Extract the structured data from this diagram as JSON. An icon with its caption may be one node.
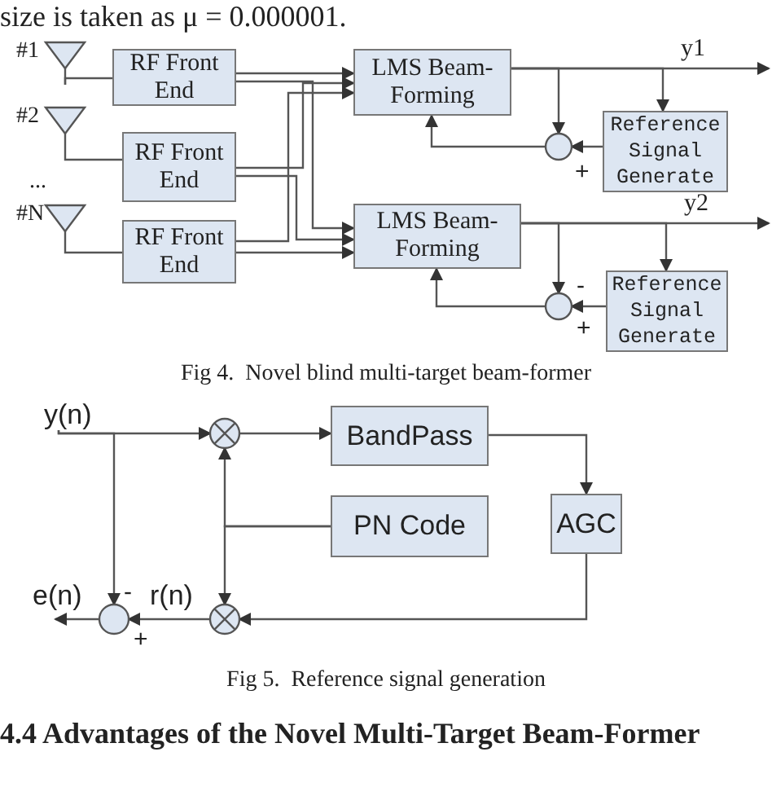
{
  "diagram": {
    "nodes": [
      {
        "text": [],
        "shape": "triangle",
        "beside": [
          "#1"
        ]
      },
      {
        "text": [],
        "shape": "triangle",
        "beside": [
          "#2"
        ]
      },
      {
        "text": [],
        "shape": "triangle",
        "beside": [
          "#N"
        ]
      },
      {
        "text": [
          "RF Front End"
        ]
      },
      {
        "text": [
          "RF Front End"
        ]
      },
      {
        "text": [
          "RF Front End"
        ]
      },
      {
        "text": [
          "LMS Beam-Forming"
        ]
      },
      {
        "text": [
          "LMS Beam-Forming"
        ]
      },
      {
        "text": [],
        "shape": "circle",
        "beside": [
          "+"
        ]
      },
      {
        "text": [
          "Reference Signal Generate"
        ]
      },
      {
        "text": [],
        "shape": "circle",
        "beside": [
          "-",
          "+"
        ]
      },
      {
        "text": [
          "Reference Signal Generate"
        ]
      },
      {
        "text": [
          "y(n)"
        ]
      },
      {
        "text": [],
        "shape": "circle"
      },
      {
        "text": [
          "BandPass"
        ]
      },
      {
        "text": [
          "PN Code"
        ]
      },
      {
        "text": [
          "AGC"
        ]
      },
      {
        "text": [],
        "shape": "circle"
      },
      {
        "text": [],
        "shape": "circle",
        "beside": [
          "-",
          "+"
        ]
      }
    ],
    "edges": [
      {
        "from": 0,
        "to": 3,
        "arrow": "none"
      },
      {
        "from": 1,
        "to": 4,
        "arrow": "none"
      },
      {
        "from": 2,
        "to": 5,
        "arrow": "none"
      },
      {
        "from": 3,
        "to": 6,
        "arrow": "to"
      },
      {
        "from": 3,
        "to": 7,
        "arrow": "to"
      },
      {
        "from": 4,
        "to": 6,
        "arrow": "to"
      },
      {
        "from": 4,
        "to": 7,
        "arrow": "to"
      },
      {
        "from": 5,
        "to": 6,
        "arrow": "to"
      },
      {
        "from": 5,
        "to": 7,
        "arrow": "to"
      },
      {
        "from": 6,
        "to": null,
        "arrow": "to",
        "label": "y1"
      },
      {
        "from": 6,
        "to": 9,
        "arrow": "to"
      },
      {
        "from": 6,
        "to": 8,
        "arrow": "to"
      },
      {
        "from": 9,
        "to": 8,
        "arrow": "to"
      },
      {
        "from": 8,
        "to": 6,
        "arrow": "to"
      },
      {
        "from": 7,
        "to": null,
        "arrow": "to",
        "label": "y2"
      },
      {
        "from": 7,
        "to": 11,
        "arrow": "to"
      },
      {
        "from": 7,
        "to": 10,
        "arrow": "to"
      },
      {
        "from": 11,
        "to": 10,
        "arrow": "to"
      },
      {
        "from": 10,
        "to": 7,
        "arrow": "to"
      },
      {
        "from": 12,
        "to": 13,
        "arrow": "to"
      },
      {
        "from": 12,
        "to": 18,
        "arrow": "to"
      },
      {
        "from": 13,
        "to": 14,
        "arrow": "to"
      },
      {
        "from": 14,
        "to": 16,
        "arrow": "to"
      },
      {
        "from": 16,
        "to": 17,
        "arrow": "to"
      },
      {
        "from": 15,
        "to": 13,
        "arrow": "to"
      },
      {
        "from": 15,
        "to": 17,
        "arrow": "to"
      },
      {
        "from": 17,
        "to": 18,
        "arrow": "to",
        "label": "r(n)"
      },
      {
        "from": 18,
        "to": null,
        "arrow": "to",
        "label": "e(n)"
      }
    ],
    "labels": [
      "size is taken as μ = 0.000001.",
      "...",
      "Fig 4.  Novel blind multi-target beam-former",
      "Fig 5.  Reference signal generation",
      "4.4 Advantages of the Novel Multi-Target Beam-Former"
    ]
  }
}
